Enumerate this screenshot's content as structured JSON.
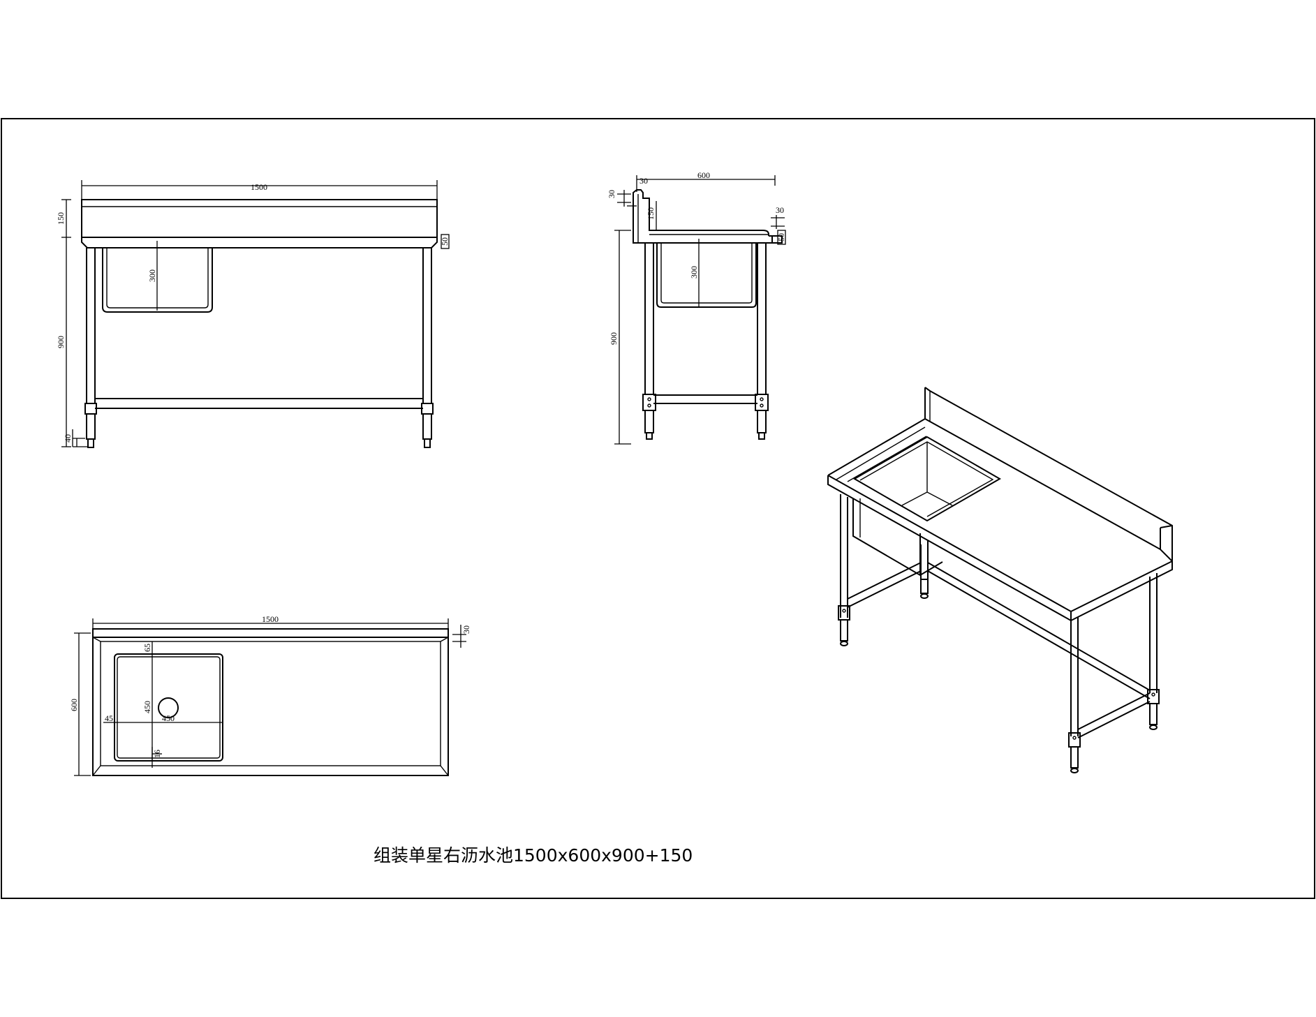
{
  "caption": "组装单星右沥水池1500x600x900+150",
  "front_view": {
    "length": "1500",
    "splashback_height": "150",
    "frame_height": "900",
    "edge_thickness": "50",
    "bowl_depth": "300",
    "foot_height": "40"
  },
  "side_view": {
    "depth": "600",
    "lip_30_left": "30",
    "lip_30_top": "30",
    "splashback_height": "150",
    "lip_30_right": "30",
    "edge_thickness": "50",
    "bowl_depth": "300",
    "frame_height": "900"
  },
  "plan_view": {
    "length": "1500",
    "depth": "600",
    "back_lip": "30",
    "bowl_top_offset": "65",
    "bowl_width": "450",
    "bowl_length": "450",
    "bowl_left_offset": "45",
    "bowl_bottom_offset": "16"
  }
}
